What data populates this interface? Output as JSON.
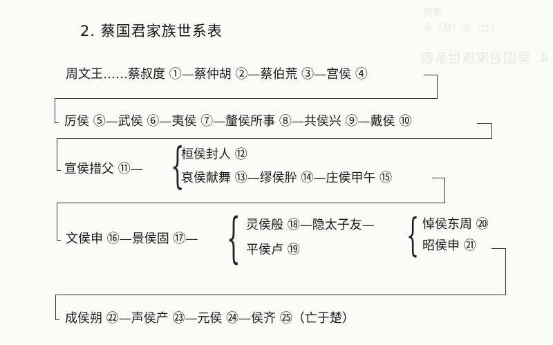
{
  "title": "2. 蔡国君家族世系表",
  "bleed_through": {
    "heading": "4. 吴国君家族世系表",
    "line_a": "诸樊",
    "line_b": "（七）余（祭）寿"
  },
  "genealogy": {
    "row1": "周文王……蔡叔度 ①—蔡仲胡 ②—蔡伯荒 ③—宫侯 ④",
    "row2": "厉侯 ⑤—武侯 ⑥—夷侯 ⑦—釐侯所事 ⑧—共侯兴 ⑨—戴侯 ⑩",
    "row3": {
      "parent": "宣侯措父 ⑪—",
      "branch_top": "桓侯封人 ⑫",
      "branch_bottom": "哀侯献舞 ⑬—缪侯肸 ⑭—庄侯甲午 ⑮"
    },
    "row4": {
      "parent": "文侯申 ⑯—景侯固 ⑰—",
      "branch_top": "灵侯般 ⑱—隐太子友—",
      "branch_bottom": "平侯卢 ⑲",
      "sub_branch_top": "悼侯东周 ⑳",
      "sub_branch_bottom": "昭侯申 ㉑"
    },
    "row5": "成侯朔 ㉒—声侯产 ㉓—元侯 ㉔—侯齐 ㉕（亡于楚）"
  },
  "colors": {
    "background": "#fbfbfa",
    "text": "#1a1a1a",
    "connector": "#333333"
  }
}
